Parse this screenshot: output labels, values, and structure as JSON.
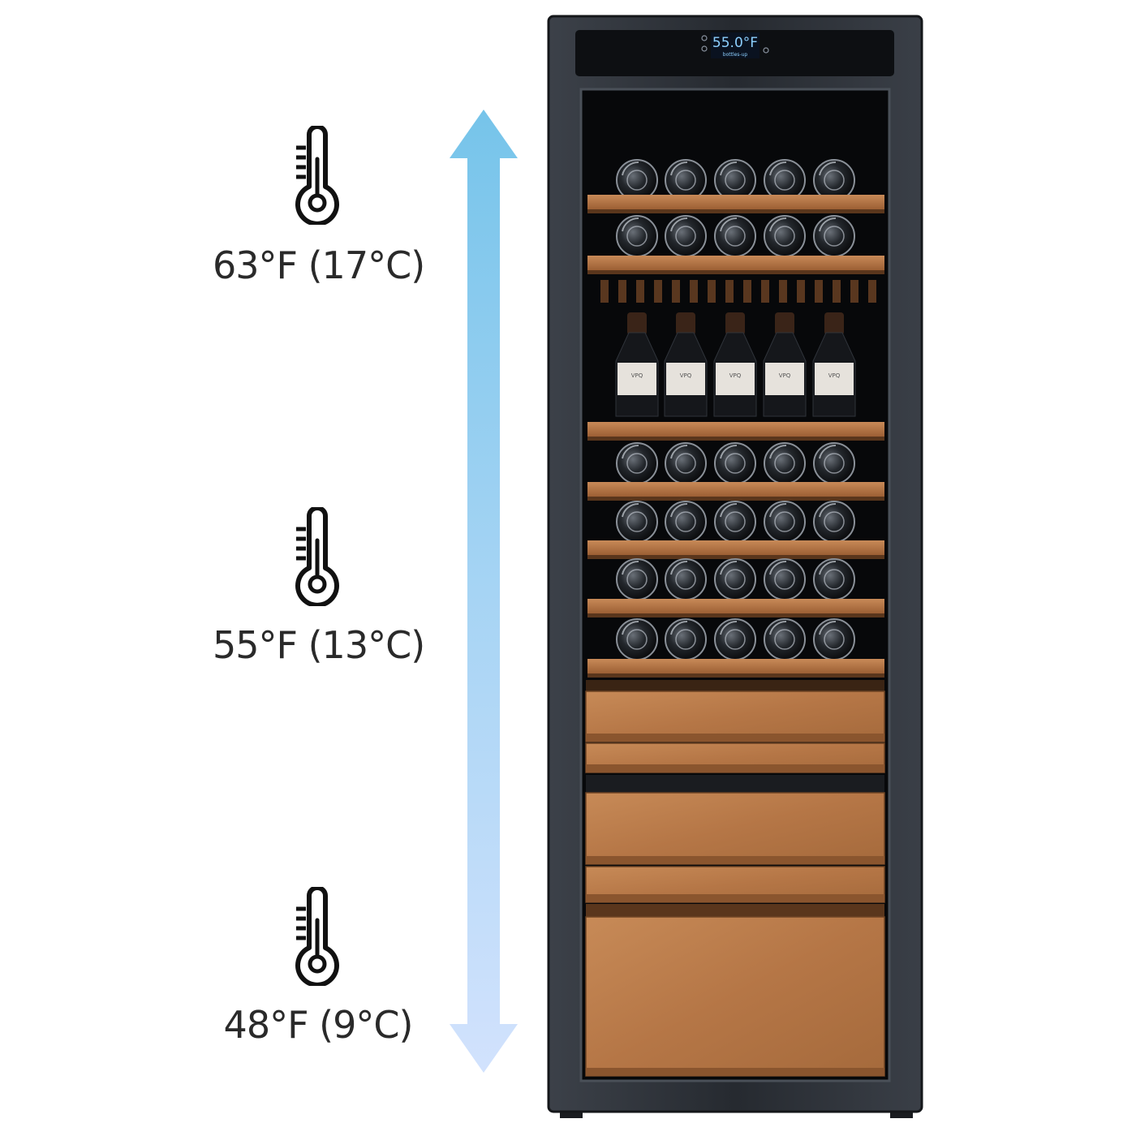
{
  "zones": [
    {
      "label": "63°F (17°C)",
      "icon": "thermometer-icon"
    },
    {
      "label": "55°F (13°C)",
      "icon": "thermometer-icon"
    },
    {
      "label": "48°F (9°C)",
      "icon": "thermometer-icon"
    }
  ],
  "cabinet": {
    "display_temperature": "55.0°F",
    "display_status": "bottles-up",
    "bottle_label": "VPQ"
  },
  "colors": {
    "arrow_top": "#76c4ea",
    "arrow_bottom": "#cfe0fb",
    "wood": "#b8784a",
    "cabinet_frame": "#2b2f36",
    "display": "#7fc8ff"
  }
}
